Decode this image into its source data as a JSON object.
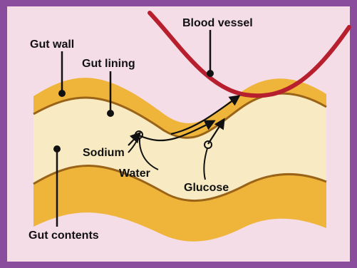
{
  "labels": {
    "gut_wall": "Gut wall",
    "gut_lining": "Gut lining",
    "blood_vessel": "Blood vessel",
    "sodium": "Sodium",
    "water": "Water",
    "glucose": "Glucose",
    "gut_contents": "Gut contents"
  },
  "colors": {
    "background": "#f4dde6",
    "border": "#8a4d9e",
    "gut_wall": "#efb43a",
    "gut_lining": "#9a6418",
    "gut_contents": "#f8ebc4",
    "blood_vessel": "#b81f2e",
    "marker": "#111111"
  }
}
